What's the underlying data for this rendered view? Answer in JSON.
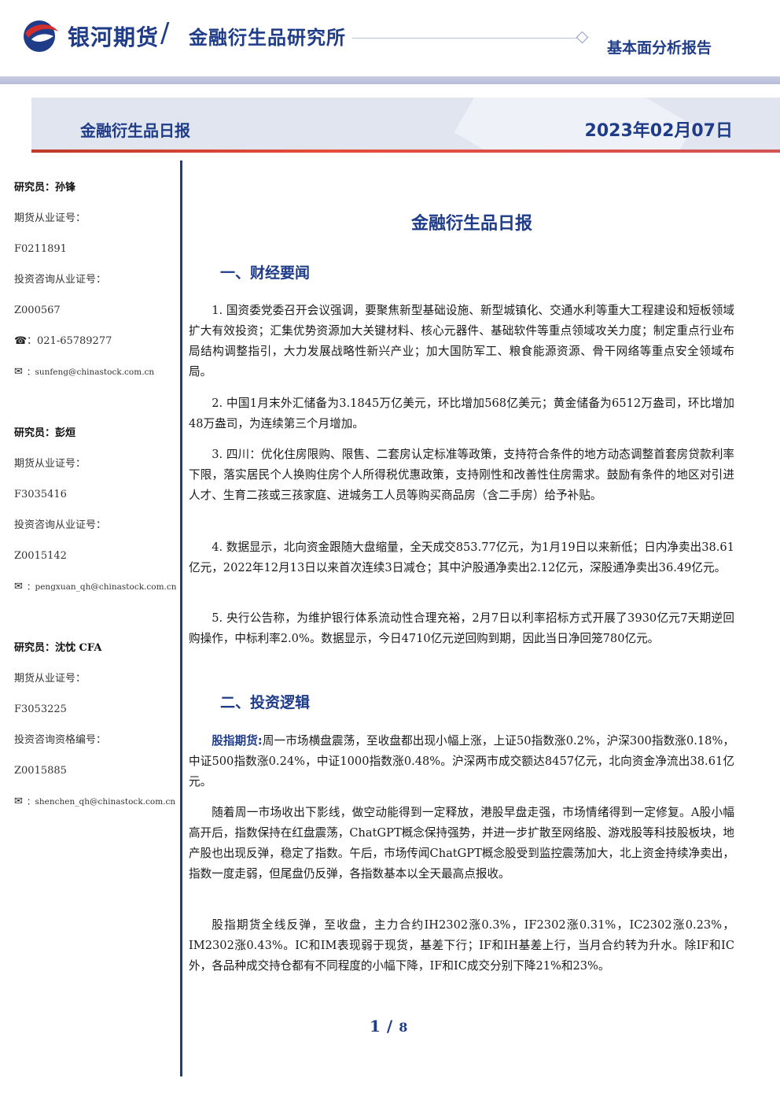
{
  "header": {
    "brand": "银河期货",
    "institute": "金融衍生品研究所",
    "report_type": "基本面分析报告",
    "colors": {
      "brand_blue": "#1f3c88",
      "brand_red": "#d32f2f"
    }
  },
  "banner": {
    "title": "金融衍生品日报",
    "date": "2023年02月07日"
  },
  "sidebar": {
    "analysts": [
      {
        "name": "研究员：孙锋",
        "futures_label": "期货从业证号：",
        "futures_id": "F0211891",
        "advisory_label": "投资咨询从业证号：",
        "advisory_id": "Z000567",
        "phone": "：021-65789277",
        "email": "：sunfeng@chinastock.com.cn"
      },
      {
        "name": "研究员：彭烜",
        "futures_label": "期货从业证号：",
        "futures_id": "F3035416",
        "advisory_label": "投资咨询从业证号：",
        "advisory_id": "Z0015142",
        "email": "：pengxuan_qh@chinastock.com.cn"
      },
      {
        "name": "研究员：沈忱 CFA",
        "futures_label": "期货从业证号：",
        "futures_id": "F3053225",
        "advisory_label": "投资咨询资格编号：",
        "advisory_id": "Z0015885",
        "email": "：shenchen_qh@chinastock.com.cn"
      }
    ],
    "icons": {
      "phone": "phone-icon",
      "email": "email-icon"
    }
  },
  "main": {
    "title": "金融衍生品日报",
    "section1": {
      "heading": "一、财经要闻",
      "items": [
        "1. 国资委党委召开会议强调，要聚焦新型基础设施、新型城镇化、交通水利等重大工程建设和短板领域扩大有效投资；汇集优势资源加大关键材料、核心元器件、基础软件等重点领域攻关力度；制定重点行业布局结构调整指引，大力发展战略性新兴产业；加大国防军工、粮食能源资源、骨干网络等重点安全领域布局。",
        "2. 中国1月末外汇储备为3.1845万亿美元，环比增加568亿美元；黄金储备为6512万盎司，环比增加48万盎司，为连续第三个月增加。",
        "3. 四川：优化住房限购、限售、二套房认定标准等政策，支持符合条件的地方动态调整首套房贷款利率下限，落实居民个人换购住房个人所得税优惠政策，支持刚性和改善性住房需求。鼓励有条件的地区对引进人才、生育二孩或三孩家庭、进城务工人员等购买商品房（含二手房）给予补贴。",
        "4. 数据显示，北向资金跟随大盘缩量，全天成交853.77亿元，为1月19日以来新低；日内净卖出38.61亿元，2022年12月13日以来首次连续3日减仓；其中沪股通净卖出2.12亿元，深股通净卖出36.49亿元。",
        "5. 央行公告称，为维护银行体系流动性合理充裕，2月7日以利率招标方式开展了3930亿元7天期逆回购操作，中标利率2.0%。数据显示，今日4710亿元逆回购到期，因此当日净回笼780亿元。"
      ]
    },
    "section2": {
      "heading": "二、投资逻辑",
      "lead": "股指期货:",
      "p1": "周一市场横盘震荡，至收盘都出现小幅上涨，上证50指数涨0.2%，沪深300指数涨0.18%，中证500指数涨0.24%，中证1000指数涨0.48%。沪深两市成交额达8457亿元，北向资金净流出38.61亿元。",
      "p2": "随着周一市场收出下影线，做空动能得到一定释放，港股早盘走强，市场情绪得到一定修复。A股小幅高开后，指数保持在红盘震荡，ChatGPT概念保持强势，并进一步扩散至网络股、游戏股等科技股板块，地产股也出现反弹，稳定了指数。午后，市场传闻ChatGPT概念股受到监控震荡加大，北上资金持续净卖出，指数一度走弱，但尾盘仍反弹，各指数基本以全天最高点报收。",
      "p3": "股指期货全线反弹，至收盘，主力合约IH2302涨0.3%，IF2302涨0.31%，IC2302涨0.23%，IM2302涨0.43%。IC和IM表现弱于现货，基差下行；IF和IH基差上行，当月合约转为升水。除IF和IC外，各品种成交持仓都有不同程度的小幅下降，IF和IC成交分别下降21%和23%。"
    }
  },
  "footer": {
    "page": "1",
    "sep": "/",
    "total": "8"
  }
}
